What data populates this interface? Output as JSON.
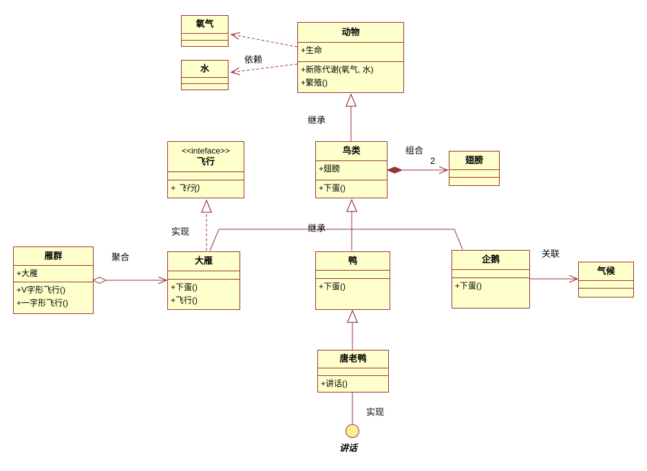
{
  "diagram_title": "UML class diagram (animals)",
  "colors": {
    "box_fill": "#FFFFCC",
    "box_border": "#993333",
    "line": "#993333",
    "lollipop_fill": "#FFEE99",
    "text": "#000000",
    "background": "#FFFFFF"
  },
  "classes": {
    "oxygen": {
      "name": "氧气"
    },
    "water": {
      "name": "水"
    },
    "animal": {
      "name": "动物",
      "attributes": [
        "+生命"
      ],
      "methods": [
        "+新陈代谢(氧气, 水)",
        "+繁殖()"
      ]
    },
    "fly_iface": {
      "stereotype": "<<inteface>>",
      "name": "飞行",
      "methods": [
        "+ 飞行()"
      ]
    },
    "bird": {
      "name": "鸟类",
      "attributes": [
        "+翅膀"
      ],
      "methods": [
        "+下蛋()"
      ]
    },
    "wing": {
      "name": "翅膀"
    },
    "goose_flock": {
      "name": "雁群",
      "attributes": [
        "+大雁"
      ],
      "methods": [
        "+V字形飞行()",
        "+一字形飞行()"
      ]
    },
    "wild_goose": {
      "name": "大雁",
      "methods": [
        "+下蛋()",
        "+飞行()"
      ]
    },
    "duck": {
      "name": "鸭",
      "methods": [
        "+下蛋()"
      ]
    },
    "penguin": {
      "name": "企鹅",
      "methods": [
        "+下蛋()"
      ]
    },
    "climate": {
      "name": "气候"
    },
    "donald_duck": {
      "name": "唐老鸭",
      "methods": [
        "+讲话()"
      ]
    }
  },
  "relation_labels": {
    "dependency": "依赖",
    "inherit_top": "继承",
    "inherit_bottom": "继承",
    "composition": "组合",
    "composition_multiplicity": "2",
    "aggregation": "聚合",
    "association": "关联",
    "realize_left": "实现",
    "realize_bottom": "实现",
    "lollipop_interface": "讲话"
  }
}
